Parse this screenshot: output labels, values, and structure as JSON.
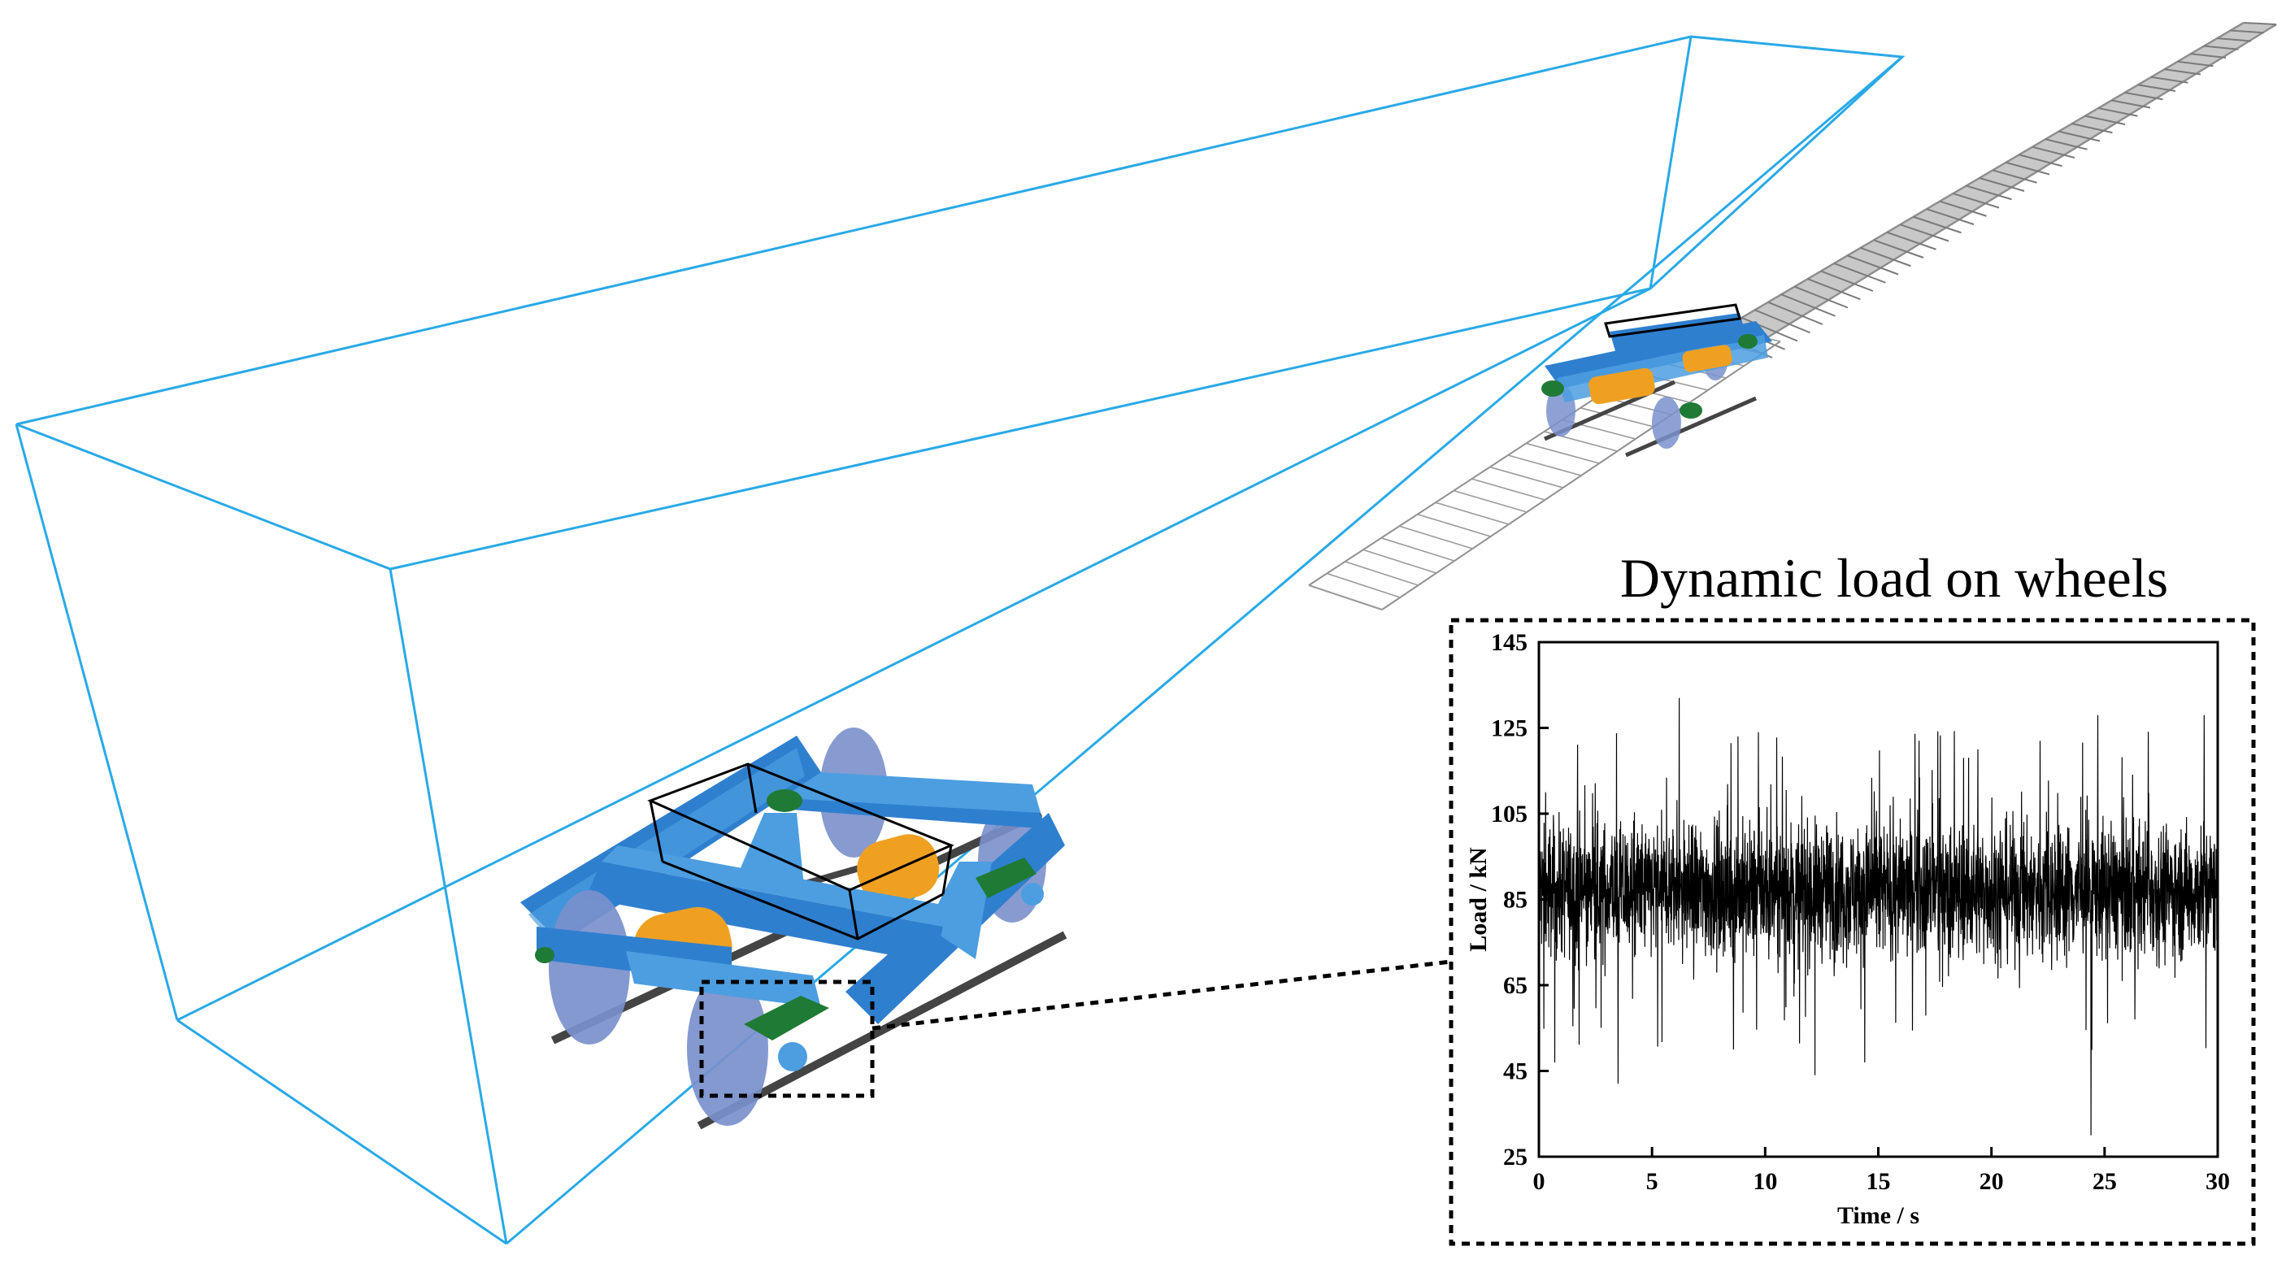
{
  "figure": {
    "chart_title": "Dynamic load on wheels",
    "colors": {
      "wireframe": "#29a9e6",
      "frame_blue": "#2f7fcf",
      "frame_blue_light": "#4c9ee0",
      "wheel": "#7a90cc",
      "cylinder": "#f0a021",
      "spring_green": "#1f7a35",
      "rail": "#444444",
      "track": "#8a8a8a",
      "signal_line": "#000000"
    }
  },
  "chart_data": {
    "type": "line",
    "title": "Dynamic load on wheels",
    "xlabel": "Time / s",
    "ylabel": "Load / kN",
    "xlim": [
      0,
      30
    ],
    "ylim": [
      25,
      145
    ],
    "xticks": [
      0,
      5,
      10,
      15,
      20,
      25,
      30
    ],
    "yticks": [
      25,
      45,
      65,
      85,
      105,
      125,
      145
    ],
    "series": [
      {
        "mean": 87,
        "typical_band": [
          70,
          105
        ],
        "peaks": [
          {
            "x": 0.3,
            "y": 110
          },
          {
            "x": 0.7,
            "y": 47
          },
          {
            "x": 3.5,
            "y": 42
          },
          {
            "x": 6.2,
            "y": 132
          },
          {
            "x": 8.6,
            "y": 50
          },
          {
            "x": 8.8,
            "y": 123
          },
          {
            "x": 9.7,
            "y": 124
          },
          {
            "x": 12.2,
            "y": 44
          },
          {
            "x": 14.4,
            "y": 47
          },
          {
            "x": 16.8,
            "y": 122
          },
          {
            "x": 19.4,
            "y": 120
          },
          {
            "x": 24.4,
            "y": 30
          },
          {
            "x": 24.7,
            "y": 128
          },
          {
            "x": 29.4,
            "y": 128
          }
        ]
      }
    ]
  }
}
